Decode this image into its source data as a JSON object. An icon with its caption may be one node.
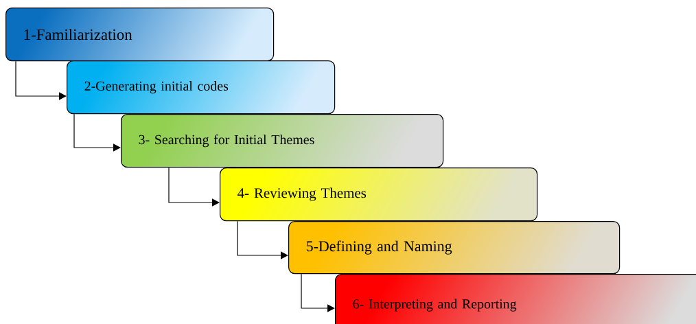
{
  "diagram": {
    "nodes": [
      {
        "text": [
          "1-Familiarization"
        ]
      },
      {
        "text": [
          "2-Generating initial codes"
        ]
      },
      {
        "text": [
          "3- Searching for Initial Themes"
        ]
      },
      {
        "text": [
          "4- Reviewing Themes"
        ]
      },
      {
        "text": [
          "5-Defining and Naming"
        ]
      },
      {
        "text": [
          "6- Interpreting and Reporting"
        ]
      }
    ],
    "edges": [
      {
        "from": 0,
        "to": 1,
        "arrow": "to"
      },
      {
        "from": 1,
        "to": 2,
        "arrow": "to"
      },
      {
        "from": 2,
        "to": 3,
        "arrow": "to"
      },
      {
        "from": 3,
        "to": 4,
        "arrow": "to"
      },
      {
        "from": 4,
        "to": 5,
        "arrow": "to"
      }
    ]
  }
}
